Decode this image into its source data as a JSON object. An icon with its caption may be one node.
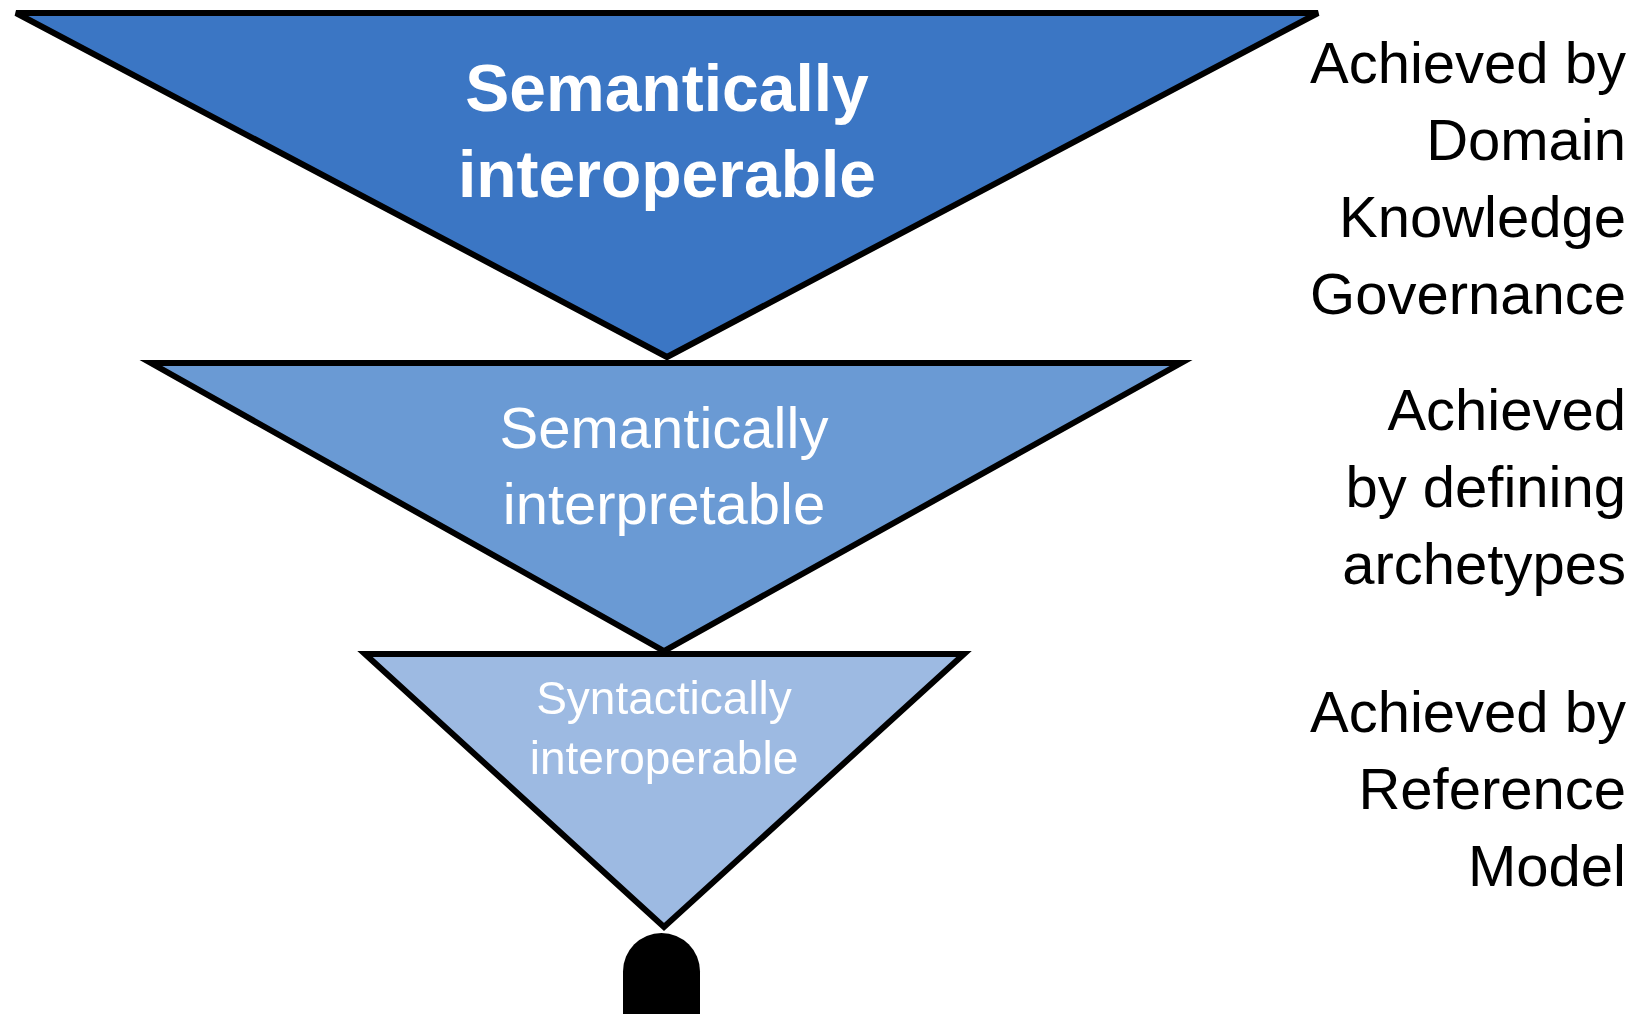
{
  "diagram": {
    "nodes": [
      {
        "text": [
          "Semantically interoperable"
        ]
      },
      {
        "text": [
          "Semantically interpretable"
        ]
      },
      {
        "text": [
          "Syntactically interoperable"
        ]
      },
      {
        "text": [],
        "shape": "bar"
      }
    ],
    "labels": [
      "Achieved by Domain Knowledge Governance",
      "Achieved by defining archetypes",
      "Achieved by Reference Model"
    ]
  }
}
